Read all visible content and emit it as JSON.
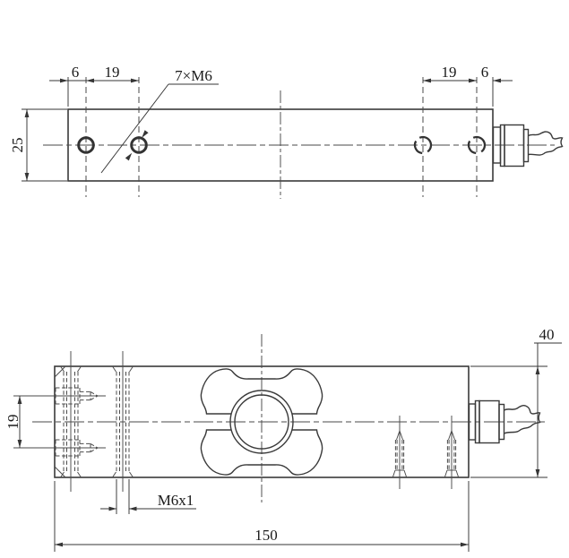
{
  "colors": {
    "background": "#ffffff",
    "line": "#3a3a3a",
    "text": "#1a1a1a"
  },
  "top_view": {
    "dim_edge_offset_left": "6",
    "dim_hole_spacing_left": "19",
    "thread_callout": "7×M6",
    "dim_hole_spacing_right": "19",
    "dim_edge_offset_right": "6",
    "dim_width": "25"
  },
  "side_view": {
    "dim_hole_spacing": "19",
    "thread_callout": "M6x1",
    "dim_length": "150",
    "dim_height": "40"
  }
}
